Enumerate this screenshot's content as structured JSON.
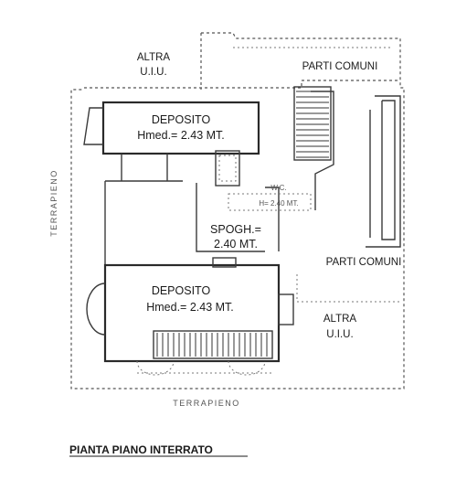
{
  "labels": {
    "altra_uiu_top_line1": "ALTRA",
    "altra_uiu_top_line2": "U.I.U.",
    "parti_comuni_top": "PARTI COMUNI",
    "deposito_top_name": "DEPOSITO",
    "deposito_top_height": "Hmed.= 2.43 MT.",
    "spogh_line1": "SPOGH.=",
    "spogh_line2": "2.40 MT.",
    "wc_small": "W.C.",
    "wc_height_small": "H= 2.40 MT.",
    "parti_comuni_right": "PARTI COMUNI",
    "deposito_bottom_name": "DEPOSITO",
    "deposito_bottom_height": "Hmed.= 2.43 MT.",
    "altra_uiu_right_line1": "ALTRA",
    "altra_uiu_right_line2": "U.I.U.",
    "terrapieno_left": "TERRAPIENO",
    "terrapieno_bottom": "TERRAPIENO",
    "plan_title": "PIANTA PIANO INTERRATO"
  },
  "colors": {
    "ink": "#1a1a1a",
    "background": "#ffffff"
  }
}
